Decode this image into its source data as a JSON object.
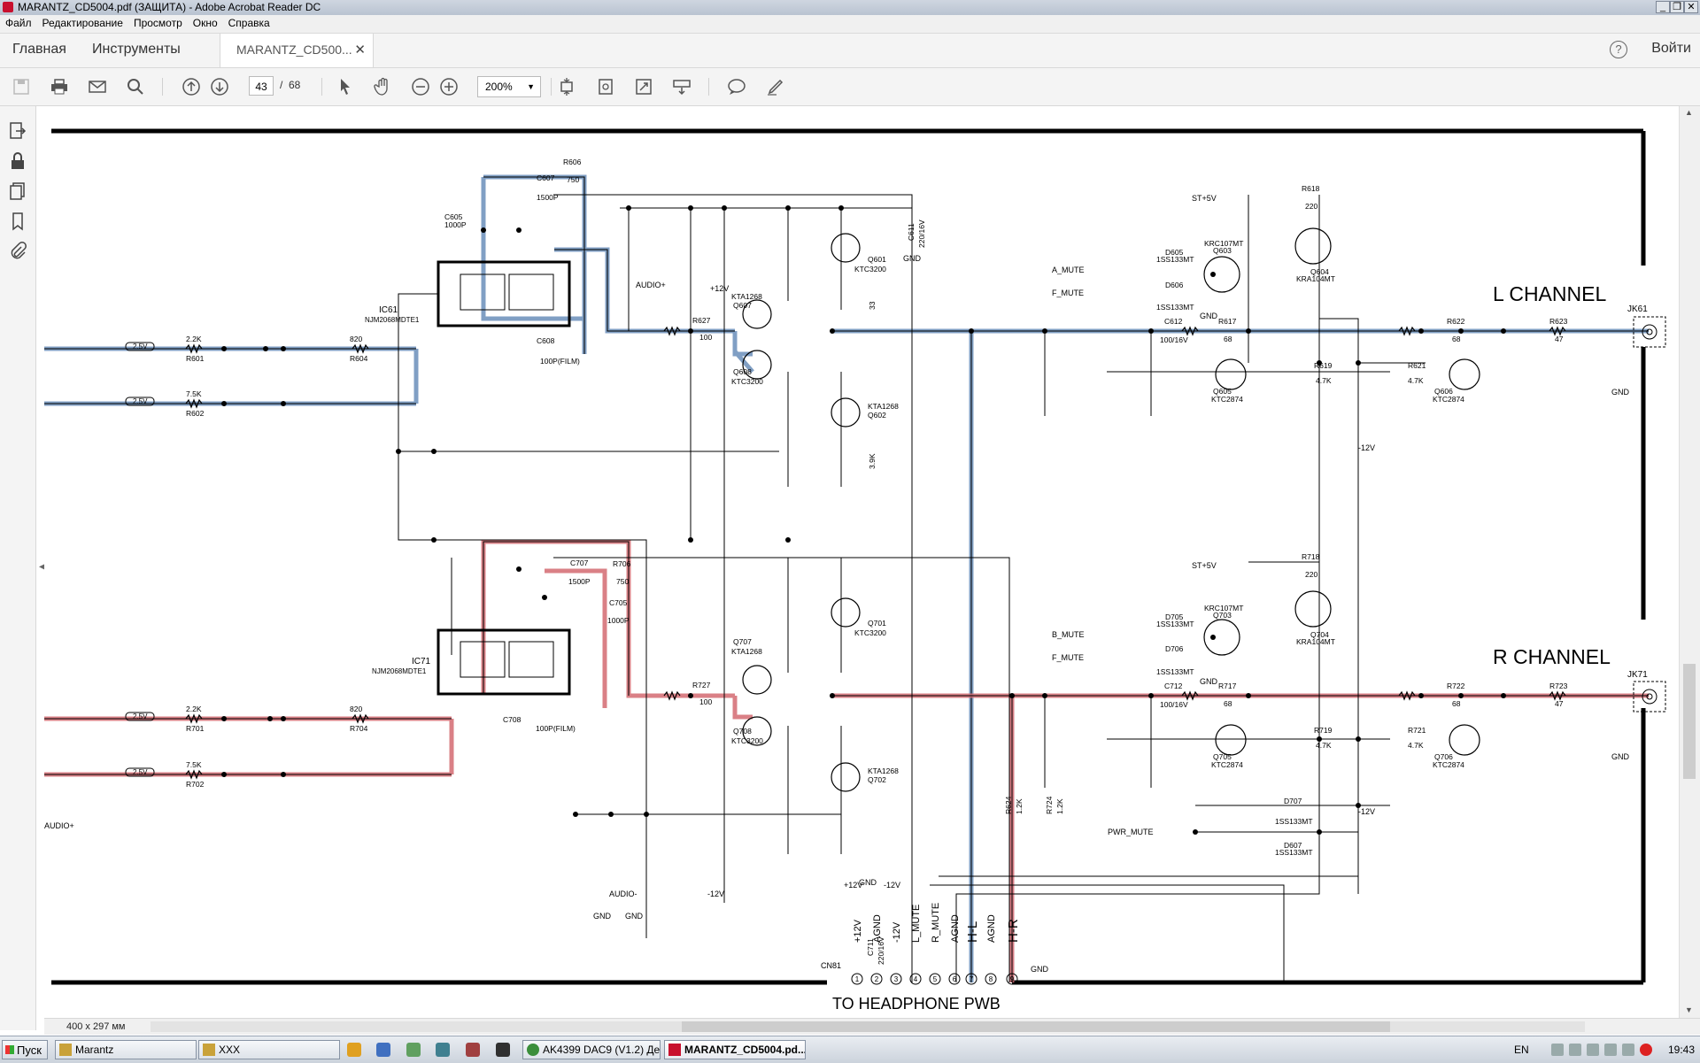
{
  "window": {
    "title": "MARANTZ_CD5004.pdf (ЗАЩИТА) - Adobe Acrobat Reader DC",
    "controls": [
      "minimize-icon",
      "restore-icon",
      "close-icon"
    ]
  },
  "menu": {
    "items": [
      "Файл",
      "Редактирование",
      "Просмотр",
      "Окно",
      "Справка"
    ]
  },
  "tabs": {
    "home": "Главная",
    "tools": "Инструменты",
    "doc": "MARANTZ_CD500...",
    "login": "Войти"
  },
  "toolbar": {
    "page_current": "43",
    "page_sep": "/",
    "page_total": "68",
    "zoom": "200%"
  },
  "status": {
    "page_size": "400 x 297 мм"
  },
  "schematic": {
    "l_channel": "L CHANNEL",
    "r_channel": "R CHANNEL",
    "to_headphone": "TO HEADPHONE PWB",
    "jk61": "JK61",
    "jk71": "JK71",
    "ic61": "IC61",
    "ic61_part": "NJM2068MDTE1",
    "ic71": "IC71",
    "ic71_part": "NJM2068MDTE1",
    "cn81": "CN81",
    "pins": [
      "1",
      "2",
      "3",
      "4",
      "5",
      "6",
      "7",
      "8",
      "9"
    ],
    "pin_labels": [
      "+12V",
      "AGND",
      "-12V",
      "L_MUTE",
      "R_MUTE",
      "AGND",
      "H-L",
      "AGND",
      "H-R"
    ],
    "st5v": "ST+5V",
    "a_mute": "A_MUTE",
    "f_mute": "F_MUTE",
    "b_mute": "B_MUTE",
    "pwr_mute": "PWR_MUTE",
    "audio_plus": "AUDIO+",
    "audio_minus": "AUDIO-",
    "plus12": "+12V",
    "minus12": "-12V",
    "gnd": "GND",
    "v25": "2.5V",
    "r601": "R601",
    "r602": "R602",
    "r604": "R604",
    "r606": "R606",
    "r627": "R627",
    "r617": "R617",
    "r622": "R622",
    "r623": "R623",
    "r618": "R618",
    "r619": "R619",
    "r621": "R621",
    "r701": "R701",
    "r702": "R702",
    "r704": "R704",
    "r706": "R706",
    "r727": "R727",
    "r717": "R717",
    "r722": "R722",
    "r723": "R723",
    "r718": "R718",
    "r719": "R719",
    "r721": "R721",
    "q601": "Q601",
    "q602": "Q602",
    "q603": "Q603",
    "q604": "Q604",
    "q605": "Q605",
    "q606": "Q606",
    "q607": "Q607",
    "q608": "Q608",
    "q701": "Q701",
    "q702": "Q702",
    "q703": "Q703",
    "q704": "Q704",
    "q705": "Q705",
    "q706": "Q706",
    "q707": "Q707",
    "q708": "Q708",
    "ktc3200": "KTC3200",
    "kta1268": "KTA1268",
    "krc107mt": "KRC107MT",
    "kra104mt": "KRA104MT",
    "ktc2874": "KTC2874",
    "d605": "D605",
    "d606": "D606",
    "d705": "D705",
    "d706": "D706",
    "d707": "D707",
    "d607": "D607",
    "diode": "1SS133MT",
    "c612": "C612",
    "c712": "C712",
    "c_val": "100/16V",
    "c607": "C607",
    "c707": "C707",
    "c1500": "1500P",
    "c608": "C608",
    "c708": "C708",
    "c100pf": "100P(FILM)",
    "c605": "C605",
    "c705": "C705",
    "c1000": "1000P",
    "c611": "C611",
    "c711": "C711",
    "c220": "220/16V",
    "v750": "750",
    "v100": "100",
    "v68": "68",
    "v47": "47",
    "v220": "220",
    "v47k": "4.7K",
    "v22k": "2.2K",
    "v75k": "7.5K",
    "v820": "820",
    "v33": "33",
    "v39k": "3.9K",
    "v12k": "1.2K",
    "r624": "R624",
    "r724": "R724"
  }
}
